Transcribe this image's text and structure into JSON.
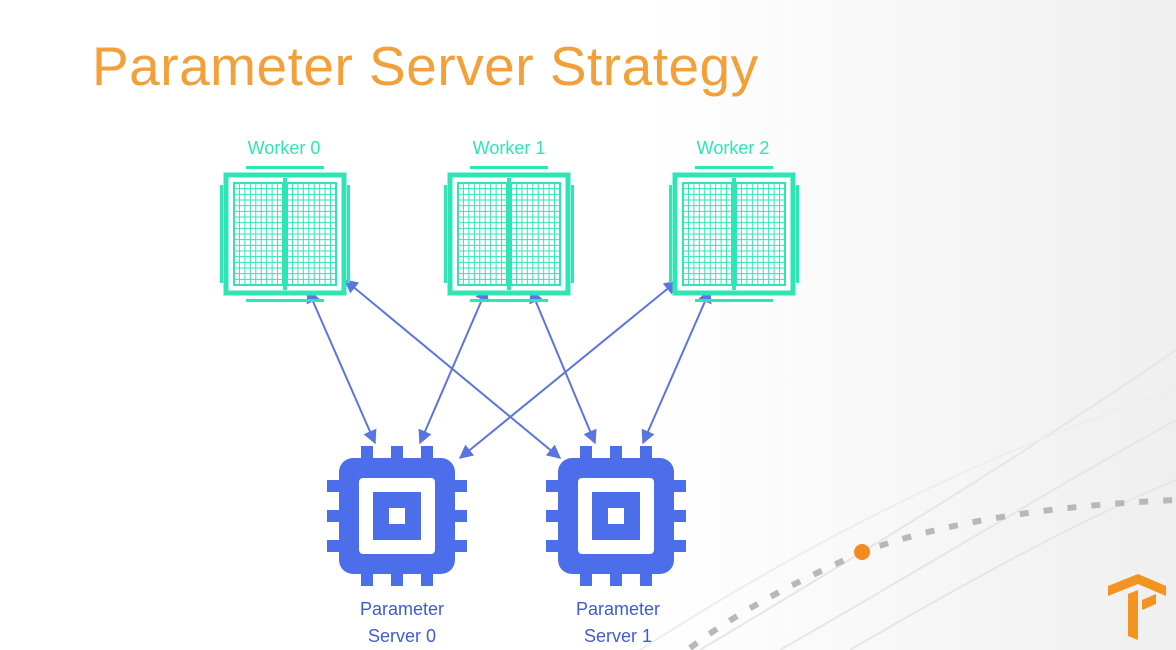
{
  "title": "Parameter Server Strategy",
  "workers": [
    {
      "label": "Worker 0"
    },
    {
      "label": "Worker 1"
    },
    {
      "label": "Worker 2"
    }
  ],
  "parameter_servers": [
    {
      "line1": "Parameter",
      "line2": "Server 0"
    },
    {
      "line1": "Parameter",
      "line2": "Server 1"
    }
  ],
  "connections": [
    {
      "worker": 0,
      "server": 0
    },
    {
      "worker": 0,
      "server": 1
    },
    {
      "worker": 1,
      "server": 0
    },
    {
      "worker": 1,
      "server": 1
    },
    {
      "worker": 2,
      "server": 0
    },
    {
      "worker": 2,
      "server": 1
    }
  ],
  "colors": {
    "title": "#F4A03A",
    "worker": "#2EE6B5",
    "server": "#4D6EEB",
    "arrow": "#5B74E0",
    "label": "#3F5BD0",
    "worker_label": "#2EE6B5",
    "accent_dot": "#F28C1E",
    "decor_dots": "#B8B8B8",
    "logo": "#F39421"
  },
  "icons": {
    "worker": "tpu-chip-icon",
    "server": "cpu-chip-icon",
    "logo": "tensorflow-logo-icon"
  }
}
